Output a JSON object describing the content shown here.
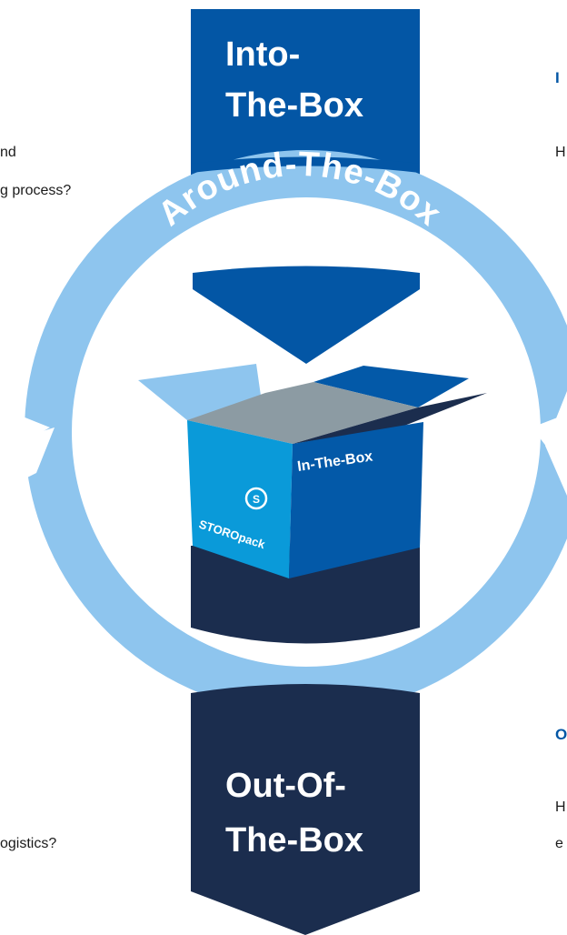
{
  "diagram": {
    "top_arrow_label": [
      "Into-",
      "The-Box"
    ],
    "ring_label": "Around-The-Box",
    "box_label": "In-The-Box",
    "bottom_arrow_label": [
      "Out-Of-",
      "The-Box"
    ],
    "logo_text": "STOROpack",
    "colors": {
      "dark_blue": "#0356a5",
      "navy": "#1b2d4e",
      "light_blue": "#8ec5ee",
      "box_front": "#0a9ad9",
      "box_right": "#0359a8",
      "box_inner": "#8c9ba3",
      "white": "#ffffff"
    }
  },
  "side_text": {
    "left_top_1": "nd",
    "left_top_2": "g process?",
    "left_bottom": "ogistics?",
    "right_top_heading": "I",
    "right_top_1": "H",
    "right_bottom_heading": "O",
    "right_bottom_1": "H",
    "right_bottom_2": "e"
  }
}
